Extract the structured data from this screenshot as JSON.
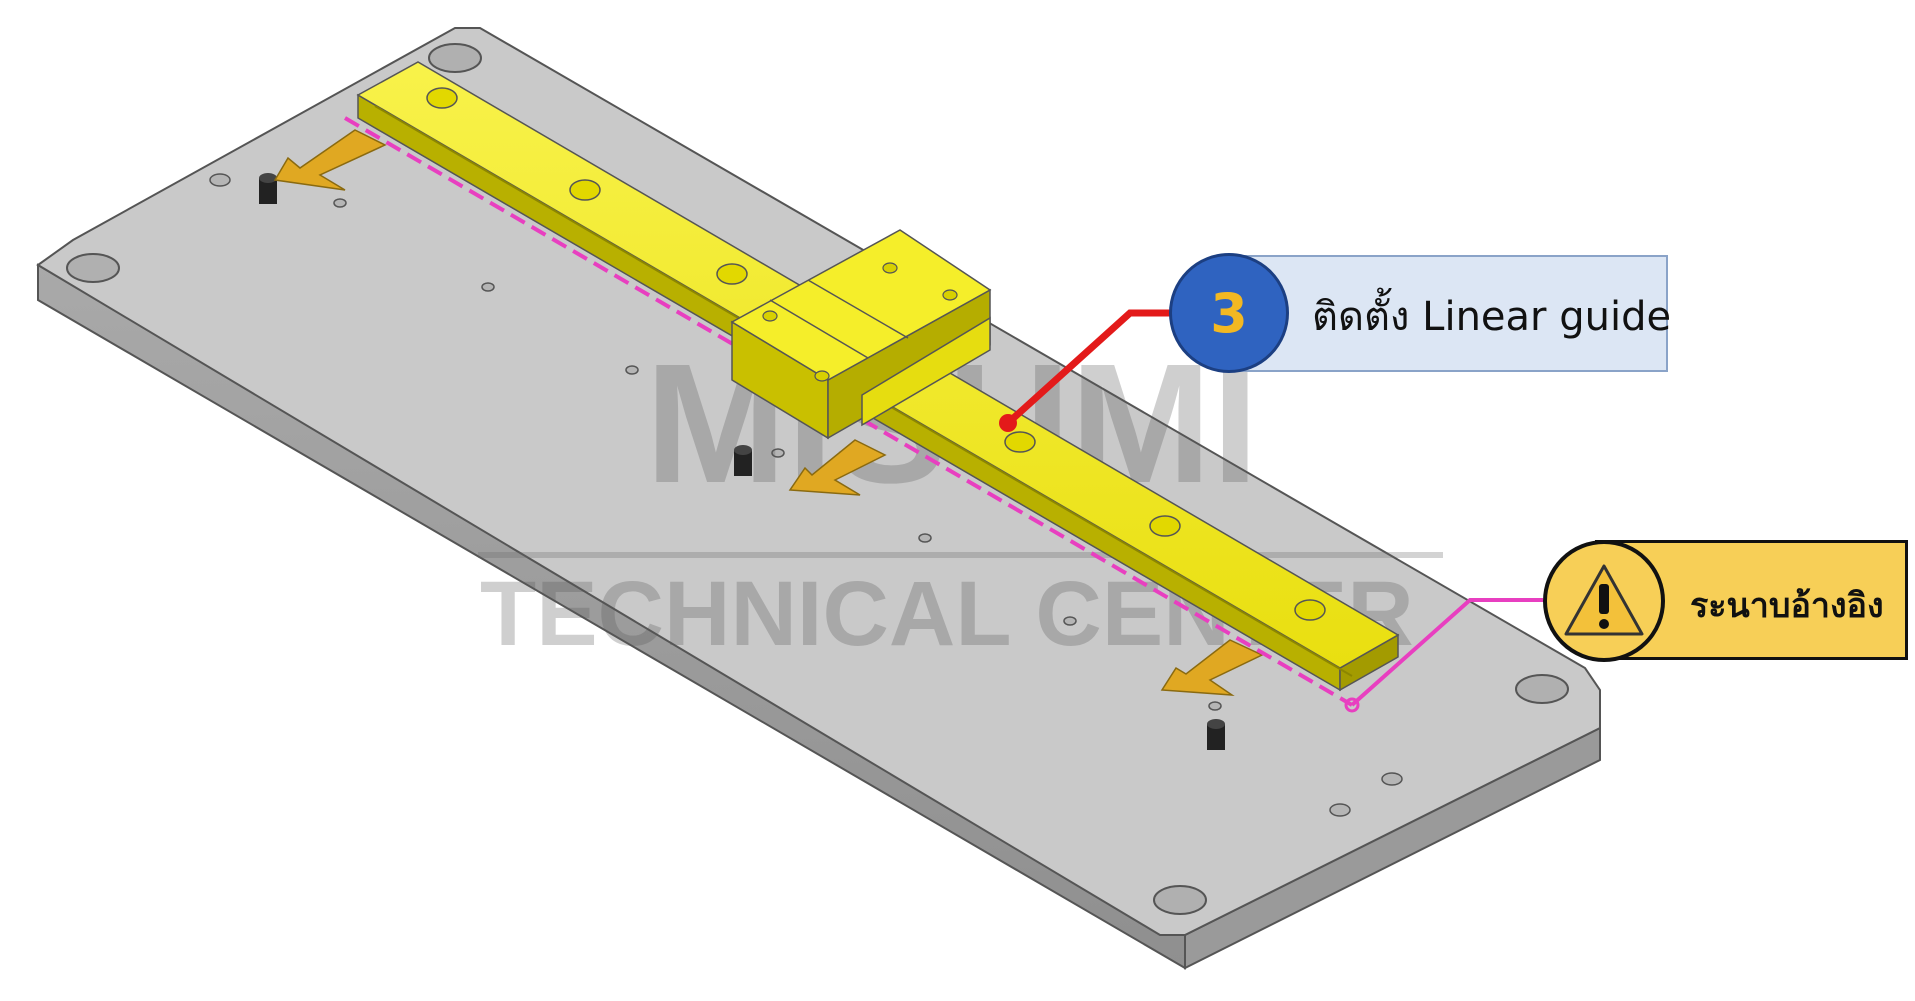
{
  "diagram": {
    "step_callout": {
      "number": "3",
      "label": "ติดตั้ง Linear guide",
      "badge_color": "#2f63c0",
      "number_color": "#f3b822",
      "box_color": "#dce6f4",
      "leader_color": "#e31a1a"
    },
    "reference_callout": {
      "label": "ระนาบอ้างอิง",
      "box_color": "#f7cf57",
      "leader_color": "#e83fc0"
    },
    "watermark": {
      "line1": "MISUMI",
      "line2": "TECHNICAL CENTER"
    },
    "colors": {
      "plate": "#c7c7c7",
      "rail": "#f2ea1a",
      "arrow": "#e0a822",
      "reference_line": "#e83fc0"
    },
    "icons": [
      "warning-icon",
      "push-direction-arrow-icon"
    ]
  }
}
